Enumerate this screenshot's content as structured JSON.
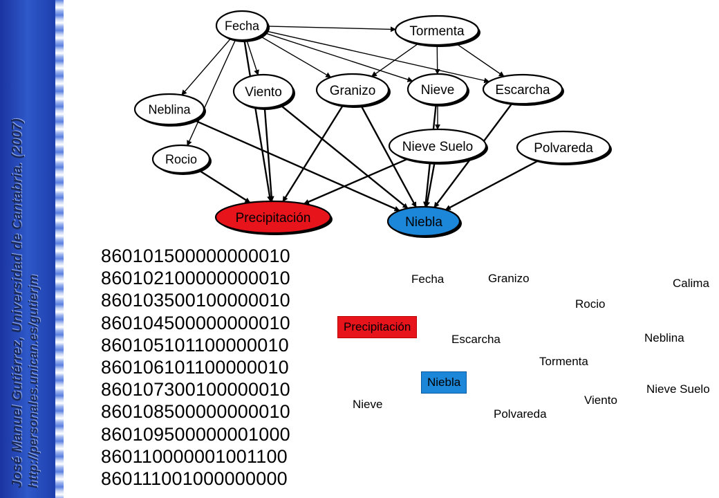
{
  "sidebar": {
    "author": "José Manuel Gutiérrez, Universidad de Cantabria. (2007)",
    "url": "http://personales.unican.es/gutierjm"
  },
  "colors": {
    "precipitacion": "#e8141c",
    "niebla": "#1c86d8",
    "sidebar": "#1f3fa8"
  },
  "network": {
    "nodes": [
      {
        "id": "fecha",
        "label": "Fecha"
      },
      {
        "id": "tormenta",
        "label": "Tormenta"
      },
      {
        "id": "neblina",
        "label": "Neblina"
      },
      {
        "id": "viento",
        "label": "Viento"
      },
      {
        "id": "granizo",
        "label": "Granizo"
      },
      {
        "id": "nieve",
        "label": "Nieve"
      },
      {
        "id": "escarcha",
        "label": "Escarcha"
      },
      {
        "id": "rocio",
        "label": "Rocio"
      },
      {
        "id": "nievesuelo",
        "label": "Nieve Suelo"
      },
      {
        "id": "polvareda",
        "label": "Polvareda"
      },
      {
        "id": "precipitacion",
        "label": "Precipitación"
      },
      {
        "id": "niebla",
        "label": "Niebla"
      }
    ],
    "edges": [
      [
        "fecha",
        "tormenta"
      ],
      [
        "fecha",
        "neblina"
      ],
      [
        "fecha",
        "viento"
      ],
      [
        "fecha",
        "granizo"
      ],
      [
        "fecha",
        "nieve"
      ],
      [
        "fecha",
        "escarcha"
      ],
      [
        "fecha",
        "rocio"
      ],
      [
        "fecha",
        "precipitacion"
      ],
      [
        "tormenta",
        "granizo"
      ],
      [
        "tormenta",
        "nieve"
      ],
      [
        "tormenta",
        "escarcha"
      ],
      [
        "neblina",
        "niebla"
      ],
      [
        "rocio",
        "precipitacion"
      ],
      [
        "viento",
        "precipitacion"
      ],
      [
        "viento",
        "niebla"
      ],
      [
        "granizo",
        "precipitacion"
      ],
      [
        "granizo",
        "niebla"
      ],
      [
        "nieve",
        "nievesuelo"
      ],
      [
        "nievesuelo",
        "precipitacion"
      ],
      [
        "nievesuelo",
        "niebla"
      ],
      [
        "nieve",
        "niebla"
      ],
      [
        "escarcha",
        "niebla"
      ],
      [
        "polvareda",
        "niebla"
      ]
    ]
  },
  "codes": [
    "860101500000000010",
    "860102100000000010",
    "860103500100000010",
    "860104500000000010",
    "860105101100000010",
    "860106101100000010",
    "860107300100000010",
    "860108500000000010",
    "860109500000001000",
    "860110000001001100",
    "860111001000000000"
  ],
  "scatter_labels": {
    "fecha": "Fecha",
    "granizo": "Granizo",
    "calima": "Calima",
    "rocio": "Rocio",
    "precipitacion": "Precipitación",
    "escarcha": "Escarcha",
    "neblina": "Neblina",
    "tormenta": "Tormenta",
    "niebla": "Niebla",
    "nievesuelo": "Nieve Suelo",
    "nieve": "Nieve",
    "viento": "Viento",
    "polvareda": "Polvareda"
  }
}
